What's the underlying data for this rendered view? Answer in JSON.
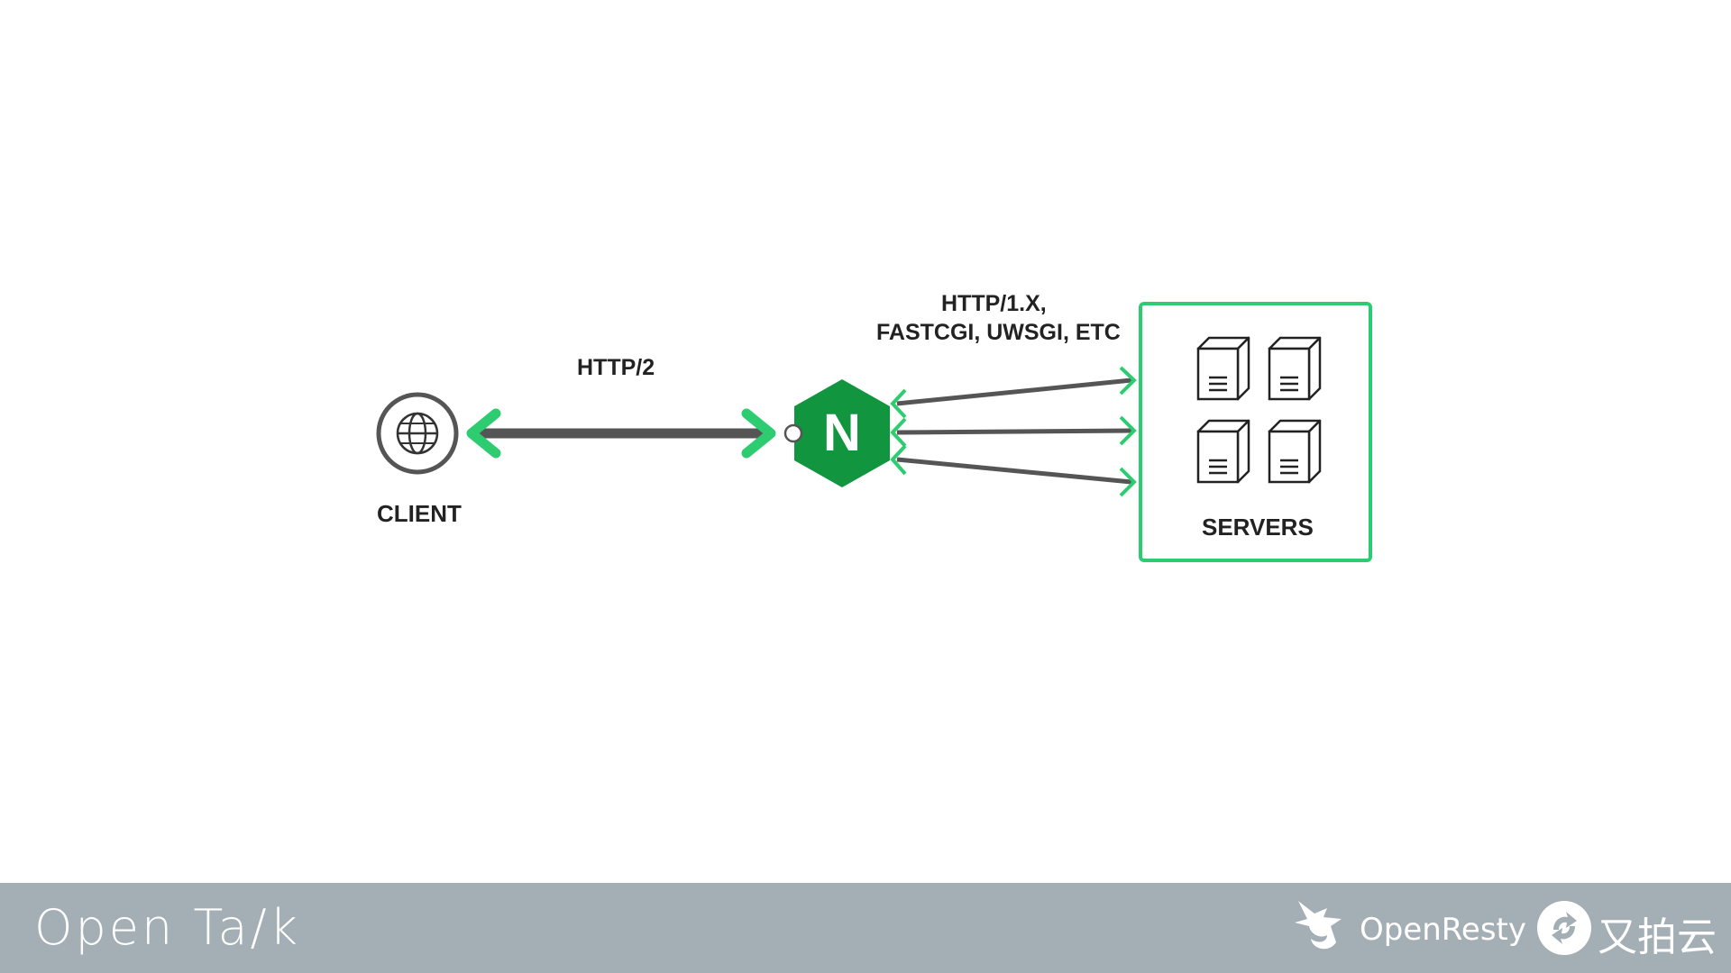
{
  "diagram": {
    "client_label": "CLIENT",
    "client_protocol": "HTTP/2",
    "upstream_protocol_line1": "HTTP/1.X,",
    "upstream_protocol_line2": "FASTCGI, UWSGI, ETC",
    "servers_label": "SERVERS",
    "nginx_letter": "N",
    "colors": {
      "accent_green": "#2ecc71",
      "nginx_green": "#11953f",
      "arrow_gray": "#555555"
    }
  },
  "footer": {
    "left_title": "Open Ta/k",
    "brand_openresty": "OpenResty",
    "brand_upyun": "又拍云"
  }
}
